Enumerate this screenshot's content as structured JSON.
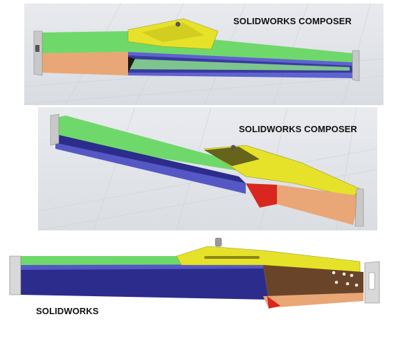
{
  "panels": {
    "composer_top": {
      "label": "SOLIDWORKS COMPOSER"
    },
    "composer_middle": {
      "label": "SOLIDWORKS COMPOSER"
    },
    "solidworks_bottom": {
      "label": "SOLIDWORKS"
    }
  },
  "colors": {
    "viewport_bg": "#e4e6ea",
    "grid": "#cfd2d6",
    "green_face": "#6fd86a",
    "blue_face": "#5558c4",
    "navy_face": "#2c2c8c",
    "tan_face": "#e9a676",
    "yellow_plate": "#e6e22a",
    "red_gusset": "#d9261f",
    "end_cap": "#c8c8c8",
    "brown_inner": "#6a4428"
  }
}
